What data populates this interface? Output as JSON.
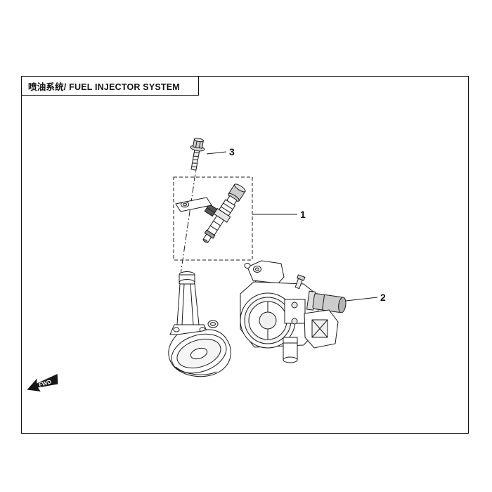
{
  "doc": {
    "title": "喷油系统/ FUEL INJECTOR SYSTEM"
  },
  "callouts": [
    {
      "label": "1"
    },
    {
      "label": "2"
    },
    {
      "label": "3"
    }
  ],
  "fwd": {
    "label": "FWD"
  },
  "colors": {
    "line": "#1a1a1a",
    "shade_light": "#d6d6d6",
    "shade_mid": "#bdbdbd",
    "shade_dark": "#6e6e6e"
  }
}
